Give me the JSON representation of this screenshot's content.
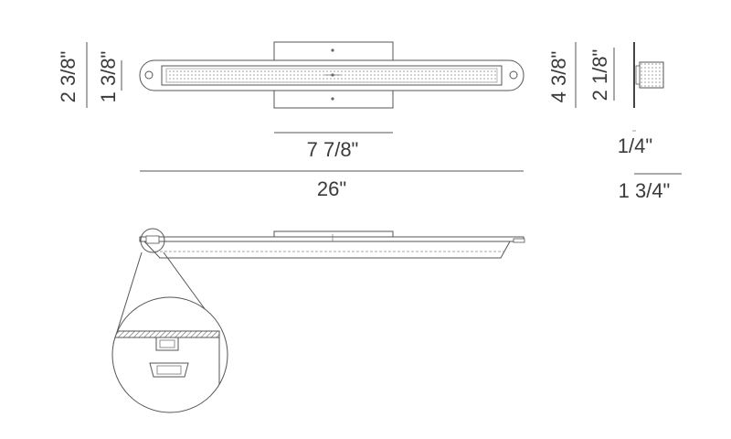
{
  "dimensions": {
    "front_height_outer": "2 3/8\"",
    "front_height_inner": "1 3/8\"",
    "plate_width": "7 7/8\"",
    "overall_width": "26\"",
    "side_height_outer": "4 3/8\"",
    "side_height_inner": "2 1/8\"",
    "side_depth_small": "1/4\"",
    "side_depth_overall": "1 3/4\""
  }
}
